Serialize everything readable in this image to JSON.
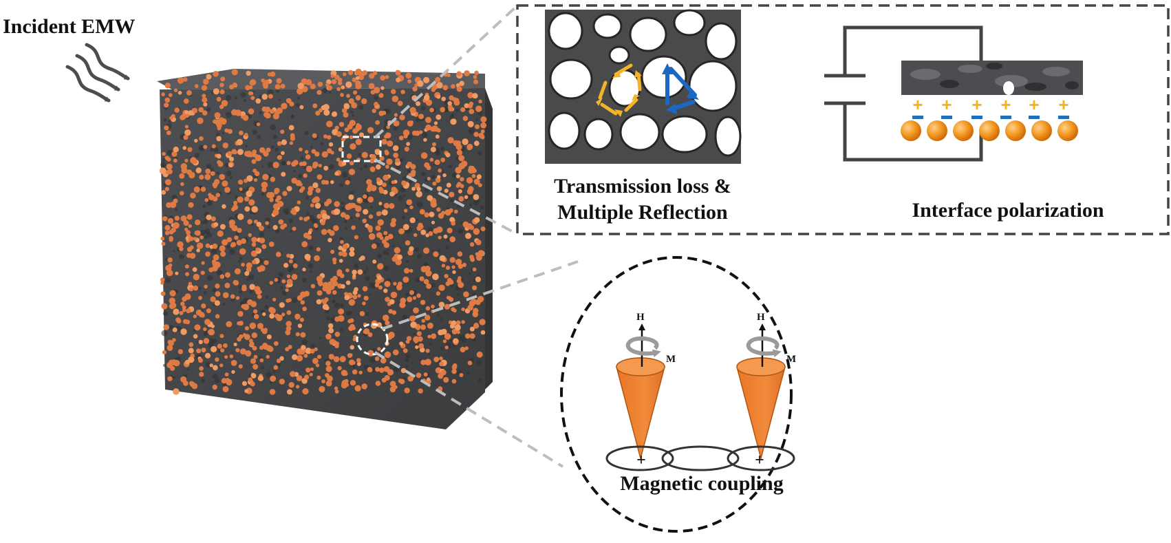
{
  "labels": {
    "incident": "Incident EMW",
    "transmission_line1": "Transmission loss &",
    "transmission_line2": "Multiple Reflection",
    "interface": "Interface polarization",
    "magnetic": "Magnetic coupling",
    "h_left": "H",
    "m_left": "M",
    "h_right": "H",
    "m_right": "M",
    "plus_sign": "+",
    "minus_sign": "−"
  },
  "colors": {
    "foam": "#4a4b4d",
    "particle": "#e8834a",
    "cone": "#ef7d2c",
    "charge_plus": "#f2b321",
    "charge_minus": "#1e6fbf",
    "blue_arrow": "#1a68c4",
    "yellow_arrow": "#f3b42a",
    "dash_gray": "#b9b9b9",
    "frame": "#444444"
  },
  "icons": {
    "incident_waves": "wavy-arrow-icon",
    "capacitor": "capacitor-icon",
    "precession": "curved-arrow-icon"
  }
}
